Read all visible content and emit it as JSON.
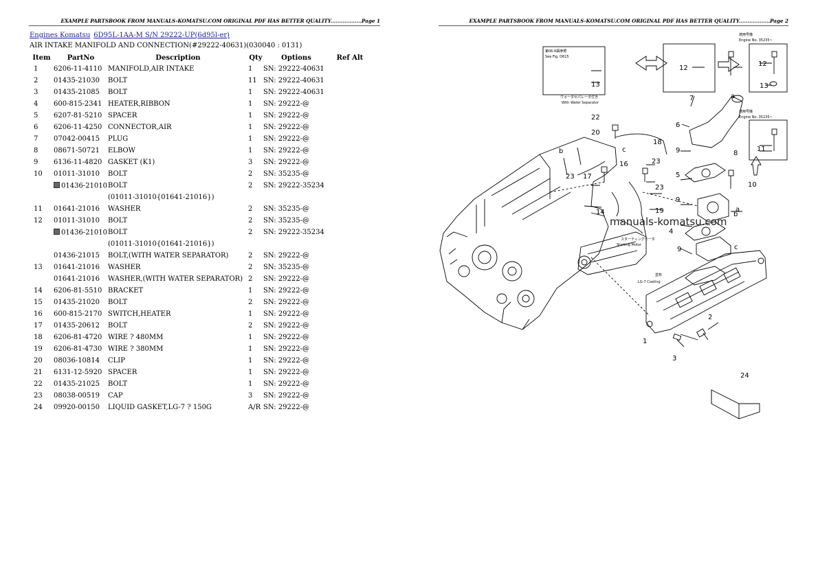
{
  "header": {
    "left": "EXAMPLE PARTSBOOK FROM MANUALS-KOMATSU.COM ORIGINAL PDF HAS BETTER QUALITY..................Page 1",
    "right": "EXAMPLE PARTSBOOK FROM MANUALS-KOMATSU.COM ORIGINAL PDF HAS BETTER QUALITY..................Page 2"
  },
  "breadcrumb": {
    "link1": "Engines Komatsu",
    "link2": "6D95L-1AA-M S/N 29222-UP(6d95l-er)"
  },
  "subtitle": "AIR INTAKE MANIFOLD AND CONNECTION(#29222-40631)(030040 : 0131)",
  "table": {
    "headers": {
      "item": "Item",
      "partno": "PartNo",
      "description": "Description",
      "qty": "Qty",
      "options": "Options",
      "refalt": "Ref Alt"
    },
    "rows": [
      {
        "item": "1",
        "part": "6206-11-4110",
        "desc": "MANIFOLD,AIR INTAKE",
        "qty": "1",
        "opt": "SN: 29222-40631",
        "alt": false
      },
      {
        "item": "2",
        "part": "01435-21030",
        "desc": "BOLT",
        "qty": "11",
        "opt": "SN: 29222-40631",
        "alt": false
      },
      {
        "item": "3",
        "part": "01435-21085",
        "desc": "BOLT",
        "qty": "1",
        "opt": "SN: 29222-40631",
        "alt": false
      },
      {
        "item": "4",
        "part": "600-815-2341",
        "desc": "HEATER,RIBBON",
        "qty": "1",
        "opt": "SN: 29222-@",
        "alt": false
      },
      {
        "item": "5",
        "part": "6207-81-5210",
        "desc": "SPACER",
        "qty": "1",
        "opt": "SN: 29222-@",
        "alt": false
      },
      {
        "item": "6",
        "part": "6206-11-4250",
        "desc": "CONNECTOR,AIR",
        "qty": "1",
        "opt": "SN: 29222-@",
        "alt": false
      },
      {
        "item": "7",
        "part": "07042-00415",
        "desc": "PLUG",
        "qty": "1",
        "opt": "SN: 29222-@",
        "alt": false
      },
      {
        "item": "8",
        "part": "08671-50721",
        "desc": "ELBOW",
        "qty": "1",
        "opt": "SN: 29222-@",
        "alt": false
      },
      {
        "item": "9",
        "part": "6136-11-4820",
        "desc": "GASKET (K1)",
        "qty": "3",
        "opt": "SN: 29222-@",
        "alt": false
      },
      {
        "item": "10",
        "part": "01011-31010",
        "desc": "BOLT",
        "qty": "2",
        "opt": "SN: 35235-@",
        "alt": false
      },
      {
        "item": "",
        "part": "01436-21010",
        "desc": "BOLT",
        "qty": "2",
        "opt": "SN: 29222-35234",
        "alt": true
      },
      {
        "item": "",
        "part": "",
        "desc": "(01011-31010{01641-21016})",
        "qty": "",
        "opt": "",
        "alt": false
      },
      {
        "item": "11",
        "part": "01641-21016",
        "desc": "WASHER",
        "qty": "2",
        "opt": "SN: 35235-@",
        "alt": false
      },
      {
        "item": "12",
        "part": "01011-31010",
        "desc": "BOLT",
        "qty": "2",
        "opt": "SN: 35235-@",
        "alt": false
      },
      {
        "item": "",
        "part": "01436-21010",
        "desc": "BOLT",
        "qty": "2",
        "opt": "SN: 29222-35234",
        "alt": true
      },
      {
        "item": "",
        "part": "",
        "desc": "(01011-31010{01641-21016})",
        "qty": "",
        "opt": "",
        "alt": false
      },
      {
        "item": "",
        "part": "01436-21015",
        "desc": "BOLT,(WITH WATER SEPARATOR)",
        "qty": "2",
        "opt": "SN: 29222-@",
        "alt": false
      },
      {
        "item": "13",
        "part": "01641-21016",
        "desc": "WASHER",
        "qty": "2",
        "opt": "SN: 35235-@",
        "alt": false
      },
      {
        "item": "",
        "part": "01641-21016",
        "desc": "WASHER,(WITH WATER SEPARATOR)",
        "qty": "2",
        "opt": "SN: 29222-@",
        "alt": false
      },
      {
        "item": "14",
        "part": "6206-81-5510",
        "desc": "BRACKET",
        "qty": "1",
        "opt": "SN: 29222-@",
        "alt": false
      },
      {
        "item": "15",
        "part": "01435-21020",
        "desc": "BOLT",
        "qty": "2",
        "opt": "SN: 29222-@",
        "alt": false
      },
      {
        "item": "16",
        "part": "600-815-2170",
        "desc": "SWITCH,HEATER",
        "qty": "1",
        "opt": "SN: 29222-@",
        "alt": false
      },
      {
        "item": "17",
        "part": "01435-20612",
        "desc": "BOLT",
        "qty": "2",
        "opt": "SN: 29222-@",
        "alt": false
      },
      {
        "item": "18",
        "part": "6206-81-4720",
        "desc": "WIRE ? 480MM",
        "qty": "1",
        "opt": "SN: 29222-@",
        "alt": false
      },
      {
        "item": "19",
        "part": "6206-81-4730",
        "desc": "WIRE ? 380MM",
        "qty": "1",
        "opt": "SN: 29222-@",
        "alt": false
      },
      {
        "item": "20",
        "part": "08036-10814",
        "desc": "CLIP",
        "qty": "1",
        "opt": "SN: 29222-@",
        "alt": false
      },
      {
        "item": "21",
        "part": "6131-12-5920",
        "desc": "SPACER",
        "qty": "1",
        "opt": "SN: 29222-@",
        "alt": false
      },
      {
        "item": "22",
        "part": "01435-21025",
        "desc": "BOLT",
        "qty": "1",
        "opt": "SN: 29222-@",
        "alt": false
      },
      {
        "item": "23",
        "part": "08038-00519",
        "desc": "CAP",
        "qty": "3",
        "opt": "SN: 29222-@",
        "alt": false
      },
      {
        "item": "24",
        "part": "09920-00150",
        "desc": "LIQUID GASKET,LG-7 ? 150G",
        "qty": "A/R",
        "opt": "SN: 29222-@",
        "alt": false
      }
    ]
  },
  "diagram": {
    "watermark": "manuals-komatsu.com",
    "box_left": {
      "jp": "第06-6図参照",
      "sea": "See Fig. D615",
      "caption_jp": "ウォータセパレータ付き",
      "caption": "With Water Separator"
    },
    "box_top_right": {
      "jp": "適用号機",
      "engine": "Engine No. 35235~"
    },
    "box_mid_right": {
      "jp": "適用号機",
      "engine": "Engine No. 35235~"
    },
    "notes": {
      "starting_jp": "スターティングモータ",
      "starting": "Starting Motor",
      "lg7_jp": "塗布",
      "lg7": "LG-7 Coating"
    },
    "callouts": [
      "1",
      "2",
      "3",
      "4",
      "5",
      "6",
      "7",
      "8",
      "9",
      "10",
      "11",
      "12",
      "13",
      "14",
      "16",
      "17",
      "18",
      "19",
      "20",
      "22",
      "23",
      "24"
    ],
    "letters": [
      "a",
      "b",
      "c"
    ]
  }
}
